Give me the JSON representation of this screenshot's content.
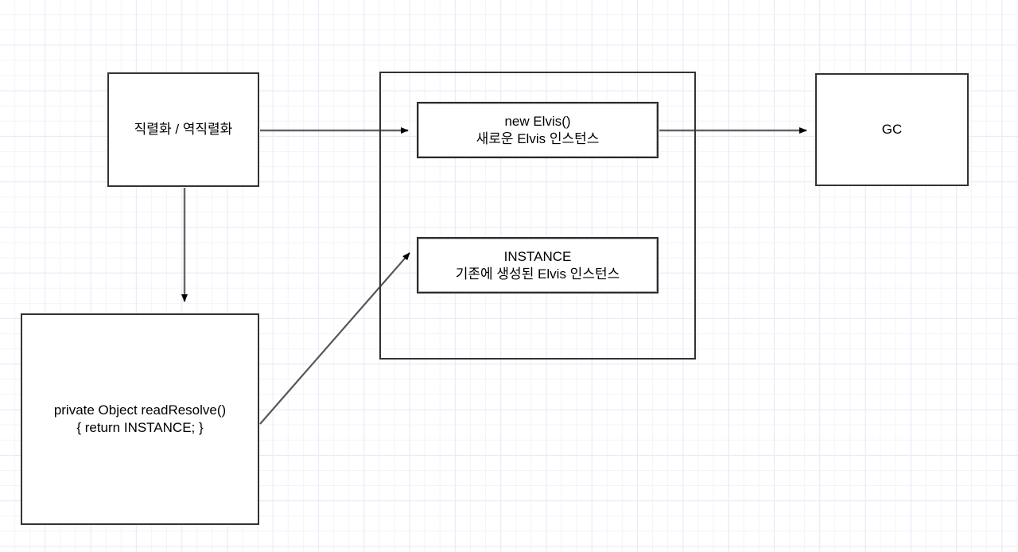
{
  "diagram": {
    "title": "Elvis singleton serialization / readResolve flow",
    "background": {
      "grid_minor_color": "#f3f3fb",
      "grid_major_color": "#e9e9f8",
      "page_color": "#ffffff"
    },
    "style": {
      "node_border_color": "#333333",
      "node_fill_color": "#ffffff",
      "edge_color": "#666666",
      "arrowhead_color": "#000000",
      "text_color": "#000000"
    },
    "nodes": [
      {
        "id": "serialize",
        "label": "직렬화 / 역직렬화"
      },
      {
        "id": "heap",
        "label": ""
      },
      {
        "id": "new_elvis",
        "line1": "new Elvis()",
        "line2": "새로운 Elvis 인스턴스",
        "label": "new Elvis()\n새로운 Elvis 인스턴스"
      },
      {
        "id": "instance",
        "line1": "INSTANCE",
        "line2": "기존에 생성된 Elvis 인스턴스",
        "label": "INSTANCE\n기존에 생성된 Elvis 인스턴스"
      },
      {
        "id": "gc",
        "label": "GC"
      },
      {
        "id": "readresolve",
        "line1": "private Object readResolve()",
        "line2": "{  return INSTANCE; }",
        "label": "private Object readResolve()\n{  return INSTANCE; }"
      }
    ],
    "edges": [
      {
        "id": "serialize-to-new-elvis",
        "from": "serialize",
        "to": "new_elvis",
        "label": ""
      },
      {
        "id": "new-elvis-to-gc",
        "from": "new_elvis",
        "to": "gc",
        "label": ""
      },
      {
        "id": "serialize-to-readresolve",
        "from": "serialize",
        "to": "readresolve",
        "label": ""
      },
      {
        "id": "readresolve-to-instance",
        "from": "readresolve",
        "to": "instance",
        "label": ""
      }
    ]
  }
}
